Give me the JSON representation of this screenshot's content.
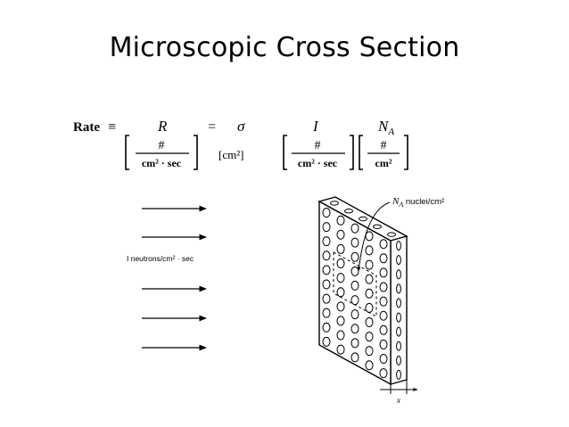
{
  "slide": {
    "title": "Microscopic Cross Section"
  },
  "equation": {
    "rate_label": "Rate",
    "equiv_symbol": "≡",
    "equals_symbol": "=",
    "R": "R",
    "sigma": "σ",
    "I": "I",
    "N": "N",
    "N_sub": "A",
    "unit1_num": "#",
    "unit1_den": "cm² · sec",
    "unit2": "[cm²]",
    "unit3_num": "#",
    "unit3_den": "cm² · sec",
    "unit4_num": "#",
    "unit4_den": "cm²"
  },
  "diagram": {
    "flux_label": "I neutrons/cm² · sec",
    "nuclei_label_N": "N",
    "nuclei_label_sub": "A",
    "nuclei_label_rest": " nuclei/cm²",
    "thickness_label": "x"
  }
}
